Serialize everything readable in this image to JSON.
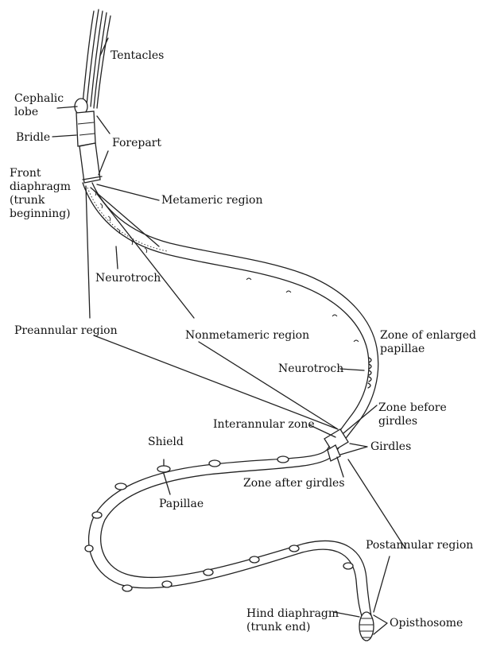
{
  "labels": {
    "tentacles": "Tentacles",
    "cephalic_lobe": "Cephalic\nlobe",
    "bridle": "Bridle",
    "forepart": "Forepart",
    "front_diaphragm": "Front\ndiaphragm\n(trunk\nbeginning)",
    "metameric_region": "Metameric region",
    "neurotroch_upper": "Neurotroch",
    "preannular_region": "Preannular region",
    "nonmetameric_region": "Nonmetameric region",
    "zone_enlarged_papillae": "Zone of enlarged\npapillae",
    "neurotroch_lower": "Neurotroch",
    "zone_before_girdles": "Zone before\ngirdles",
    "interannular_zone": "Interannular zone",
    "girdles": "Girdles",
    "shield": "Shield",
    "zone_after_girdles": "Zone after girdles",
    "papillae": "Papillae",
    "postannular_region": "Postannular region",
    "hind_diaphragm": "Hind diaphragm\n(trunk end)",
    "opisthosome": "Opisthosome"
  }
}
